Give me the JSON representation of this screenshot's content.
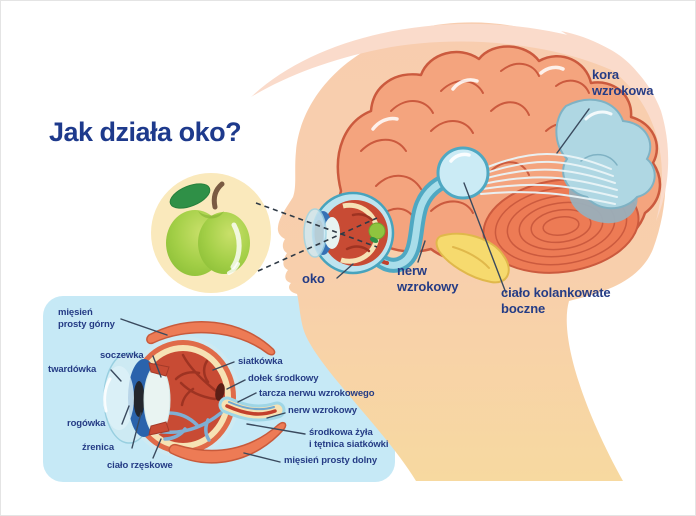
{
  "title": "Jak działa oko?",
  "head_diagram": {
    "labels": {
      "kora_wzrokowa": "kora\nwzrokowa",
      "oko": "oko",
      "nerw_wzrokowy": "nerw\nwzrokowy",
      "cialo_kolankowate": "ciało kolankowate\nboczne"
    }
  },
  "eye_panel": {
    "labels": {
      "miesien_prosty_gorny": "mięsień\nprosty górny",
      "soczewka": "soczewka",
      "twardowka": "twardówka",
      "rogowka": "rogówka",
      "zrenica": "źrenica",
      "cialo_rzeskowe": "ciało rzęskowe",
      "siatkowka": "siatkówka",
      "dolek_srodkowy": "dołek środkowy",
      "tarcza_nerwu_wzrokowego": "tarcza nerwu wzrokowego",
      "nerw_wzrokowy": "nerw wzrokowy",
      "srodkowa_zyla": "środkowa żyła\ni tętnica siatkówki",
      "miesien_prosty_dolny": "mięsień prosty dolny"
    }
  },
  "colors": {
    "label_navy": "#253c85",
    "title_navy": "#1e3a8c",
    "head_skin": "#f8cdae",
    "neck_skin": "#f7d9a1",
    "hair_pink": "#fadbcb",
    "brain_salmon": "#f4a47e",
    "brain_outline": "#cb5a3e",
    "visual_cortex_blue": "#afd7e3",
    "brainstem_yellow": "#f6da6e",
    "optic_nerve_teal": "#4fa8c2",
    "panel_blue": "#c6e9f6",
    "eye_red": "#c84b34",
    "retina_cream": "#f6e2b4",
    "muscle_orange": "#ed7b55",
    "apple_green": "#9fcc45",
    "apple_circle_cream": "#fae9bc",
    "leader_line": "#3a4a5e"
  }
}
